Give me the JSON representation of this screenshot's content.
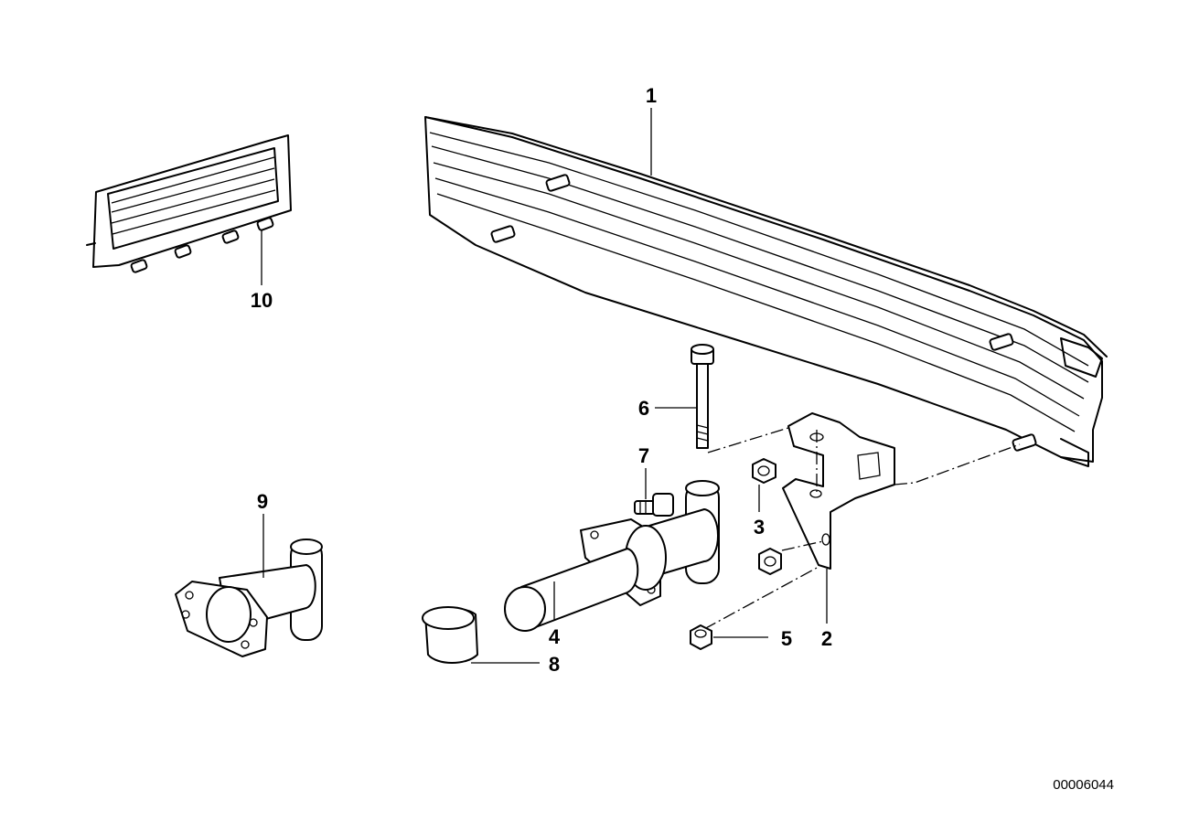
{
  "labels": {
    "l1": "1",
    "l2": "2",
    "l3": "3",
    "l4": "4",
    "l5": "5",
    "l6": "6",
    "l7": "7",
    "l8": "8",
    "l9": "9",
    "l10": "10"
  },
  "reference_number": "00006044"
}
